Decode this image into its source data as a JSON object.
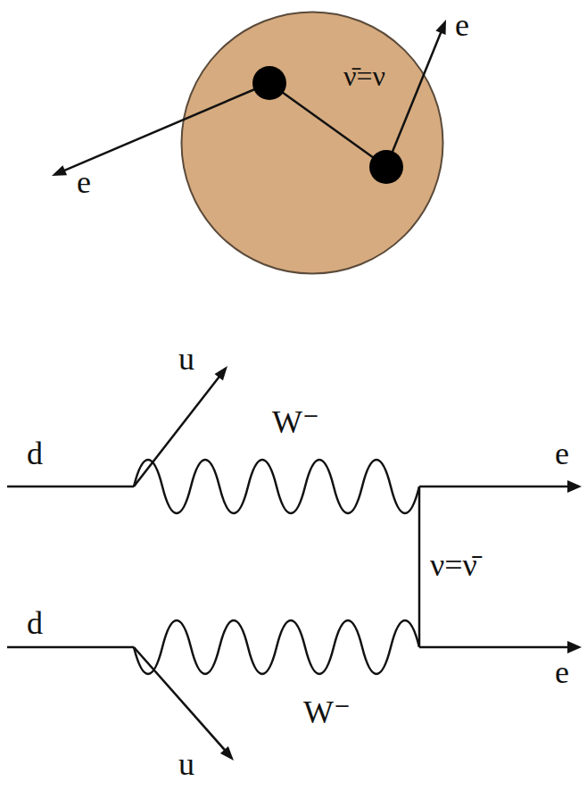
{
  "diagram": {
    "nodes": [
      {
        "text": [
          "ν̄=ν"
        ]
      }
    ],
    "labels": [
      "e",
      "e",
      "u",
      "W⁻",
      "d",
      "e",
      "ν=ν̄",
      "d",
      "e",
      "W⁻",
      "u"
    ]
  }
}
